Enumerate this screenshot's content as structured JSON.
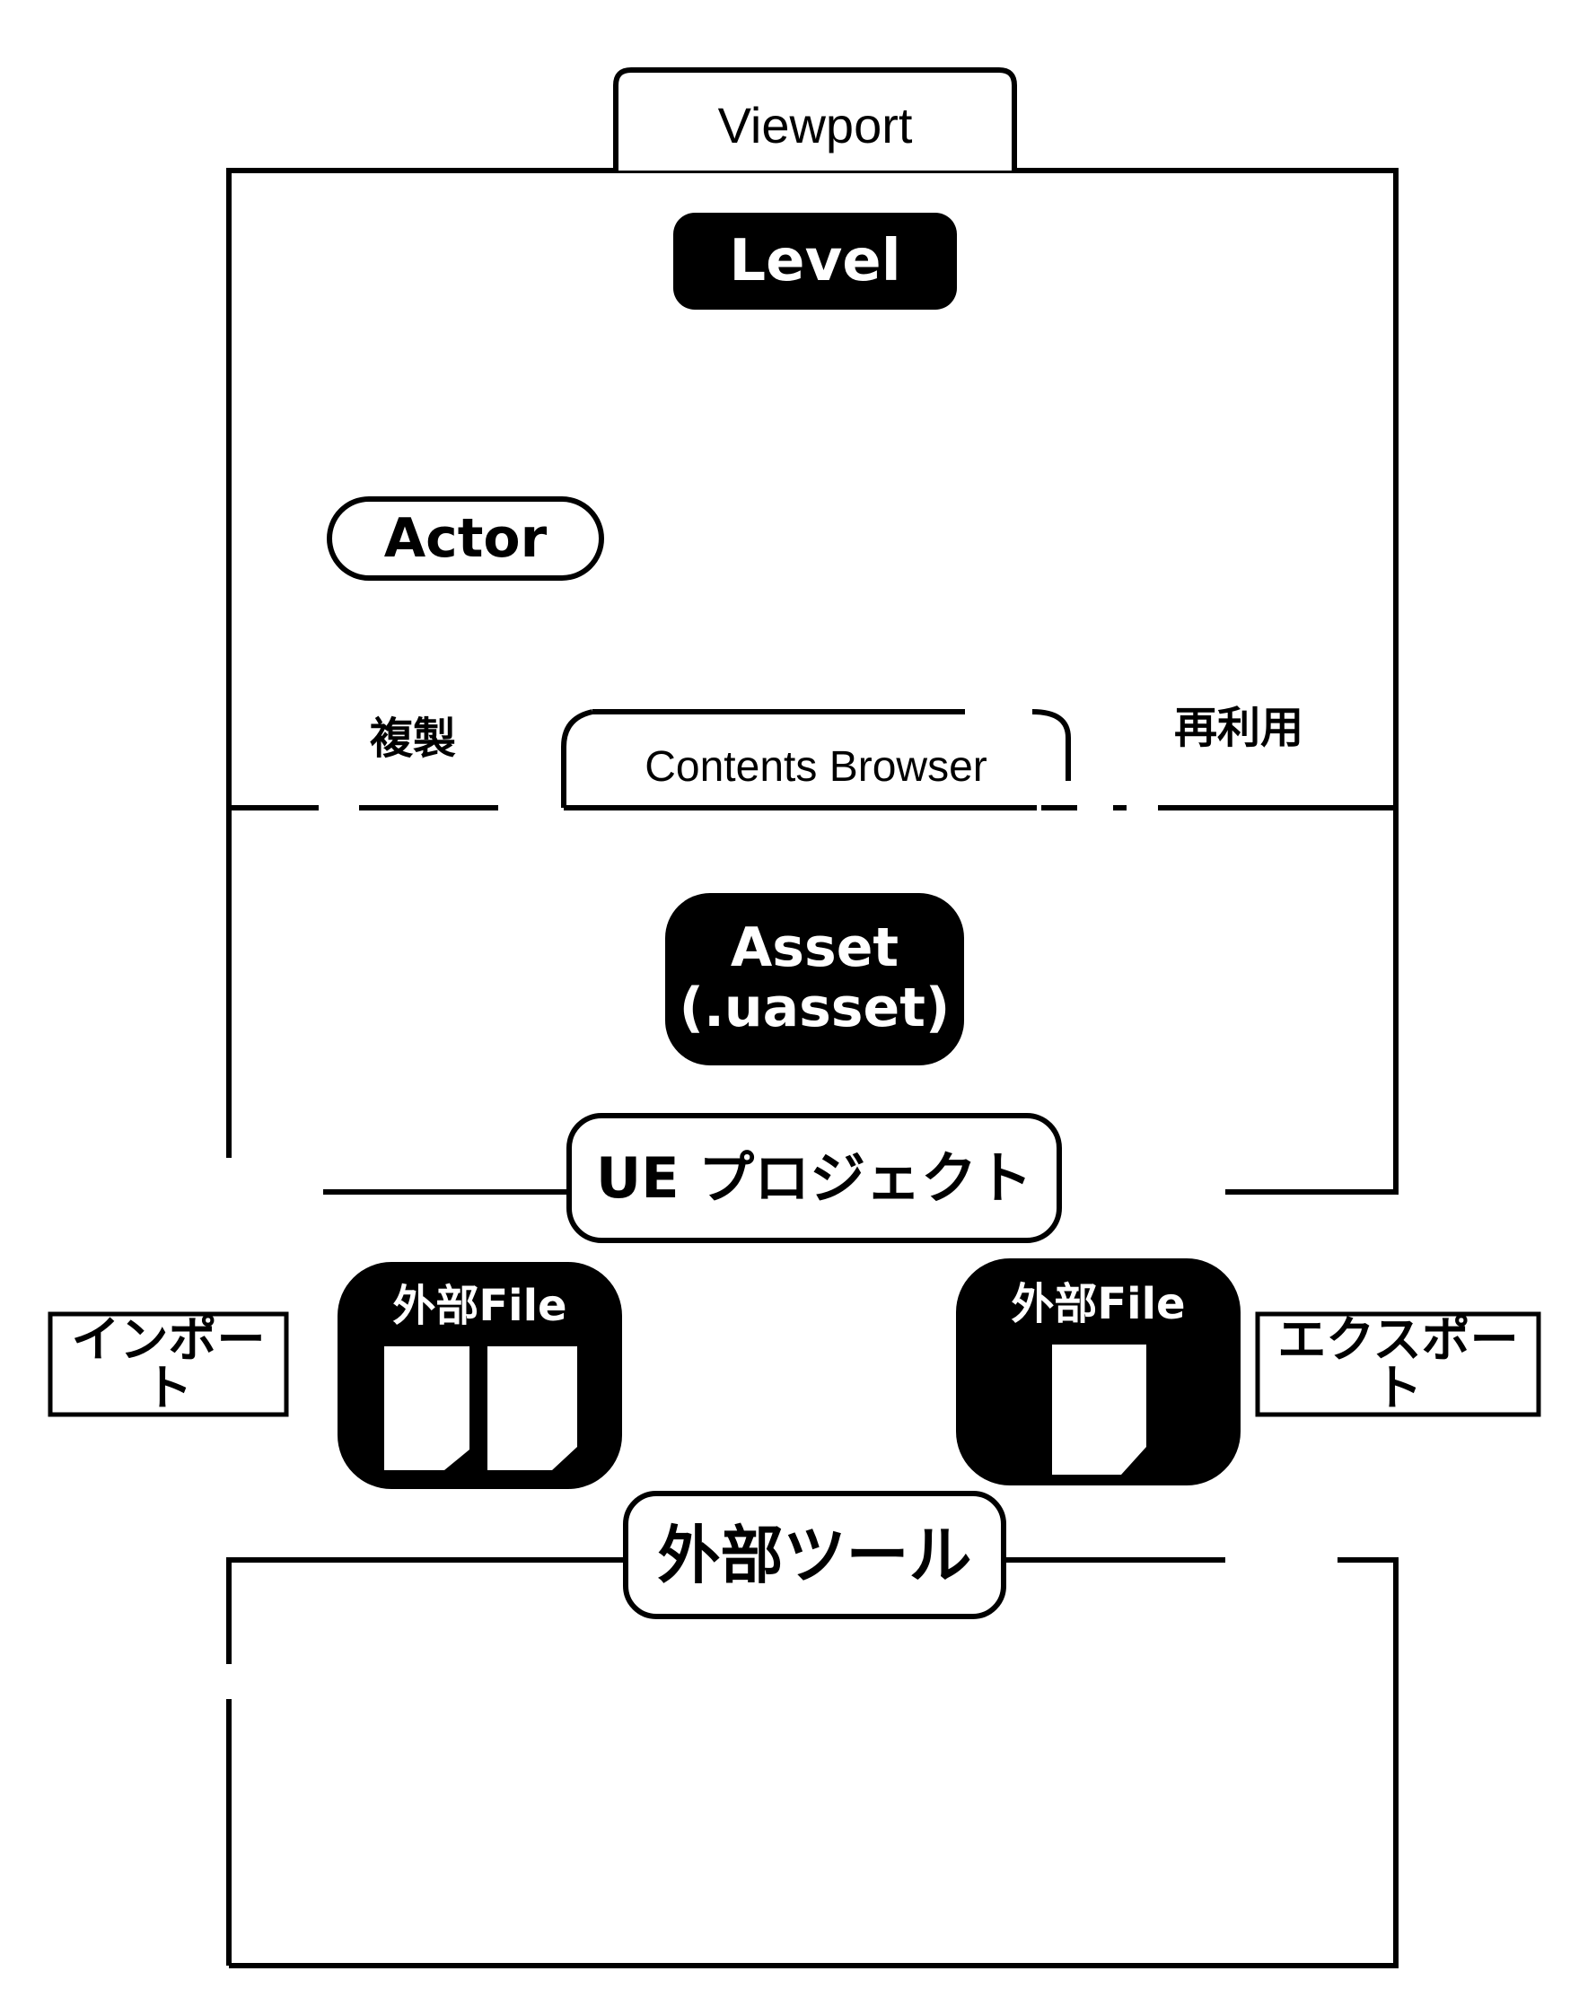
{
  "viewport": {
    "label": "Viewport"
  },
  "level": {
    "label": "Level"
  },
  "actor": {
    "label": "Actor"
  },
  "duplicate": {
    "label": "複製"
  },
  "reuse": {
    "label": "再利用"
  },
  "contents_browser": {
    "label": "Contents Browser"
  },
  "asset": {
    "line1": "Asset",
    "line2": "(.uasset)"
  },
  "ue_project": {
    "label": "UE プロジェクト"
  },
  "import": {
    "action_label": "インポート",
    "card_label": "外部File",
    "file_count": 2
  },
  "export": {
    "action_label": "エクスポート",
    "card_label": "外部File",
    "file_count": 1
  },
  "external_tool": {
    "label": "外部ツール"
  },
  "colors": {
    "ink": "#000000",
    "paper": "#ffffff"
  }
}
